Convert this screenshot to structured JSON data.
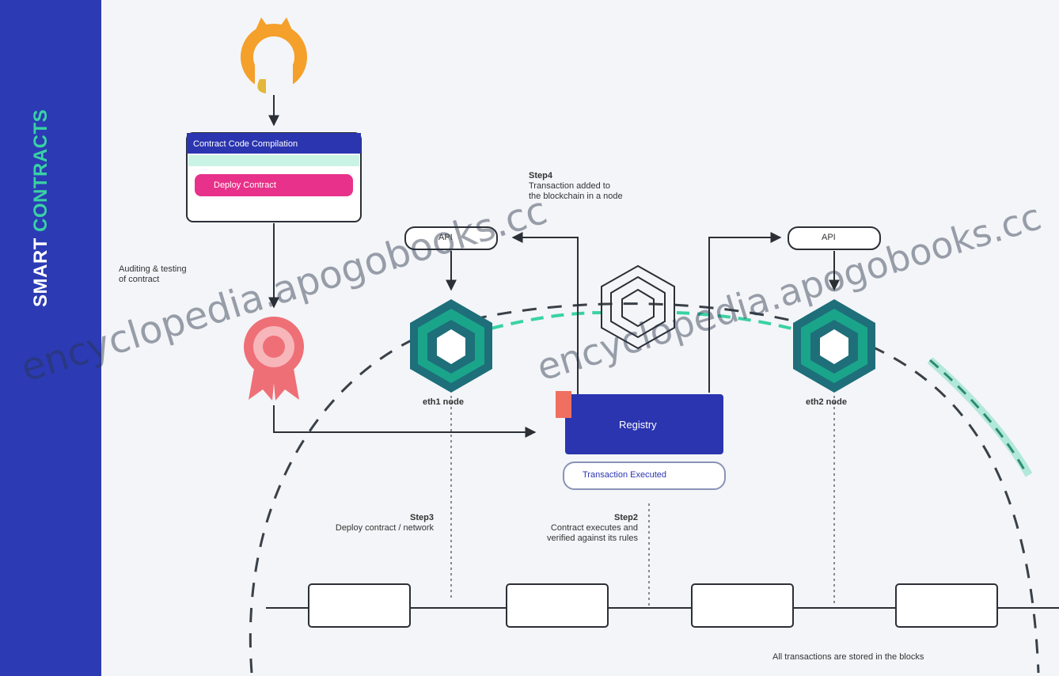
{
  "sidebar": {
    "title_main": "SMART",
    "title_accent": "CONTRACTS"
  },
  "labels": {
    "step4_title": "Step4",
    "step4_desc_1": "Transaction added to",
    "step4_desc_2": "the blockchain in a node",
    "step3_title": "Step3",
    "step3_desc": "Deploy contract / network",
    "step2_title": "Step2",
    "step2_desc_1": "Contract executes and",
    "step2_desc_2": "verified against its rules",
    "left_note_1": "Auditing & testing",
    "left_note_2": "of contract",
    "node_left": "eth1 node",
    "node_right": "eth2 node",
    "api_left": "API",
    "api_right": "API",
    "registry_title": "Registry",
    "registry_sub": "Transaction Executed",
    "editor_title": "Contract Code Compilation",
    "editor_button": "Deploy Contract",
    "bottom_note": "All transactions are stored in the blocks"
  },
  "watermark": "encyclopedia.apogobooks.cc",
  "colors": {
    "sidebar": "#2c3bb4",
    "accent": "#39d2a4",
    "teal": "#1aa58a",
    "dark_teal": "#1e6f7a",
    "registry": "#2b35b0",
    "magenta": "#e8318a",
    "github_orange": "#f4a02a",
    "badge_red": "#ef6f77"
  },
  "icons": [
    "github-icon",
    "certificate-badge-icon",
    "ethereum-hexagon-icon",
    "blockchain-hexagon-icon"
  ]
}
